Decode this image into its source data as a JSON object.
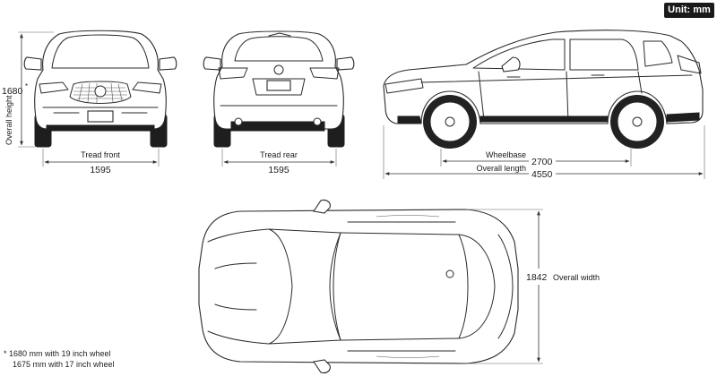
{
  "unit_badge": "Unit: mm",
  "labels": {
    "overall_height_value": "1680",
    "overall_height_mark": "*",
    "overall_height_label": "Overall height",
    "tread_front_label": "Tread front",
    "tread_front_value": "1595",
    "tread_rear_label": "Tread rear",
    "tread_rear_value": "1595",
    "wheelbase_label": "Wheelbase",
    "wheelbase_value": "2700",
    "overall_length_label": "Overall length",
    "overall_length_value": "4550",
    "overall_width_value": "1842",
    "overall_width_label": "Overall width"
  },
  "footnotes": {
    "line1": "*  1680 mm with 19 inch wheel",
    "line2": "1675 mm with 17 inch wheel"
  }
}
